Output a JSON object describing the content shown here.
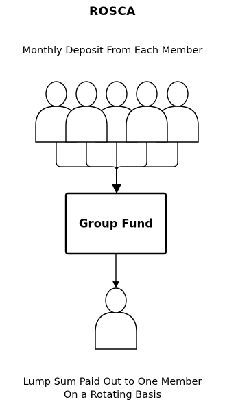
{
  "diagram": {
    "title": "ROSCA",
    "top_label": "Monthly Deposit From Each Member",
    "center_box": "Group Fund",
    "bottom_label_line1": "Lump Sum Paid Out to One Member",
    "bottom_label_line2": "On a Rotating Basis",
    "member_icon": "person-icon",
    "member_count": 5,
    "recipient_count": 1
  }
}
